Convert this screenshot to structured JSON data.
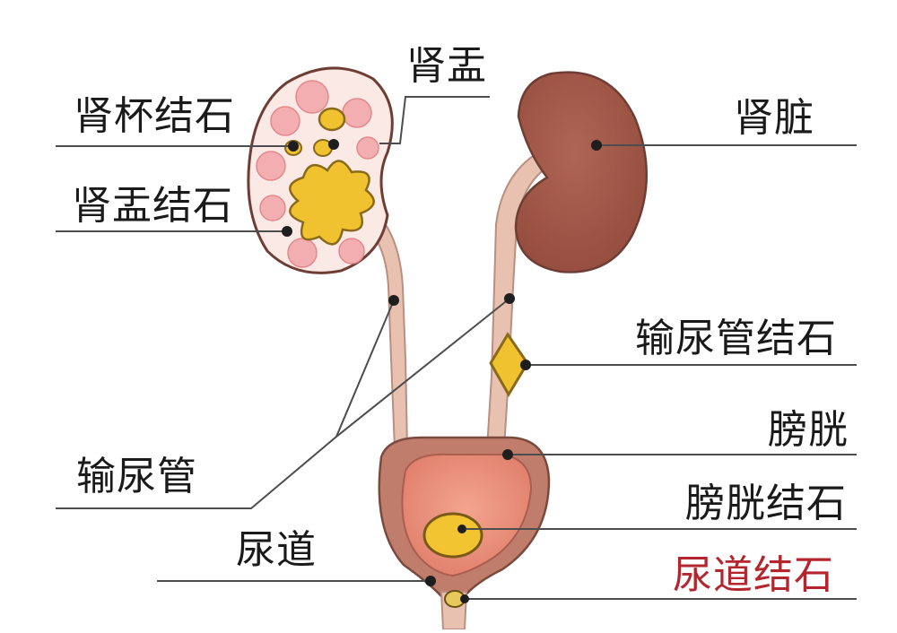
{
  "colors": {
    "kidney": "#a25a4a",
    "kidney_outline": "#6e3e34",
    "ureter": "#e8c1b1",
    "bladder_outer": "#bf7b69",
    "bladder_inner": "#e98b78",
    "stone": "#f0c230",
    "label_text": "#1a1a1a",
    "highlight_text": "#b3262e",
    "leader_line": "#4d4d4d"
  },
  "labels": {
    "kidney_calyx_stone": "肾杯结石",
    "renal_pelvis": "肾盂",
    "renal_pelvis_stone": "肾盂结石",
    "kidney": "肾脏",
    "ureter_stone": "输尿管结石",
    "bladder": "膀胱",
    "ureter": "输尿管",
    "bladder_stone": "膀胱结石",
    "urethra": "尿道",
    "urethra_stone": "尿道结石"
  }
}
